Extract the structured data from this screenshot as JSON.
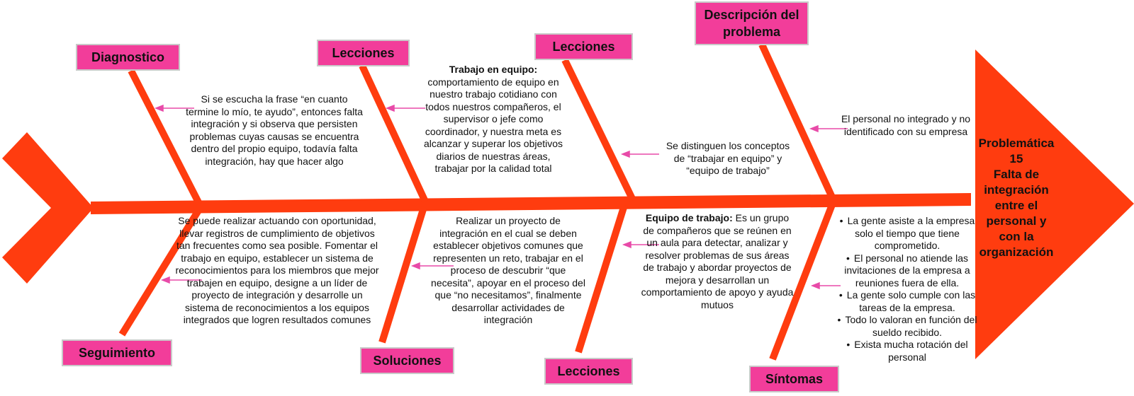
{
  "colors": {
    "spine": "#ff3c0f",
    "label_fill": "#f23d9a",
    "arrow": "#e84aa8"
  },
  "head": {
    "lines": [
      "Problemática",
      "15",
      "Falta de",
      "integración",
      "entre el",
      "personal y",
      "con la",
      "organización"
    ]
  },
  "labels": {
    "diagnostico": "Diagnostico",
    "lecciones_top_left": "Lecciones",
    "lecciones_top_right": "Lecciones",
    "descripcion": "Descripción del problema",
    "seguimiento": "Seguimiento",
    "soluciones": "Soluciones",
    "lecciones_bottom": "Lecciones",
    "sintomas": "Síntomas"
  },
  "texts": {
    "diagnostico": "Si se escucha la frase “en cuanto termine lo mío, te ayudo”, entonces falta integración y si observa que persisten problemas cuyas causas se encuentra dentro del propio equipo, todavía falta integración, hay que hacer algo",
    "trabajo_equipo_title": "Trabajo en equipo:",
    "trabajo_equipo_body": "comportamiento de equipo en nuestro trabajo cotidiano con todos nuestros compañeros, el supervisor o jefe como coordinador, y nuestra meta es alcanzar y superar los objetivos diarios de nuestras áreas, trabajar por la calidad total",
    "distinguen": "Se distinguen los conceptos de “trabajar en equipo” y “equipo de trabajo”",
    "descripcion": "El personal no integrado y no identificado con su empresa",
    "seguimiento": "Se puede realizar actuando con oportunidad, llevar registros de cumplimiento de objetivos tan frecuentes como sea posible. Fomentar el trabajo en equipo, establecer un sistema de reconocimientos para los miembros que mejor trabajen en equipo, designe a un líder de proyecto de integración y desarrolle un sistema de reconocimientos a los equipos integrados que logren resultados comunes",
    "soluciones": "Realizar un proyecto de integración en el cual se deben establecer objetivos comunes que representen un reto, trabajar en el proceso de descubrir “que necesita”, apoyar en el proceso del que “no necesitamos”, finalmente desarrollar actividades de integración",
    "equipo_trabajo_title": "Equipo de trabajo:",
    "equipo_trabajo_body": " Es un grupo de compañeros que se reúnen en un aula para detectar, analizar y resolver problemas de sus áreas de trabajo y abordar proyectos de mejora y desarrollan un comportamiento de apoyo y ayuda mutuos",
    "sintomas": [
      "La gente asiste a la empresa solo el tiempo que tiene comprometido.",
      "El personal no atiende las invitaciones de la empresa a reuniones fuera de ella.",
      "La gente solo cumple con las tareas de la empresa.",
      "Todo lo valoran en función del sueldo recibido.",
      "Exista mucha rotación del personal"
    ]
  }
}
